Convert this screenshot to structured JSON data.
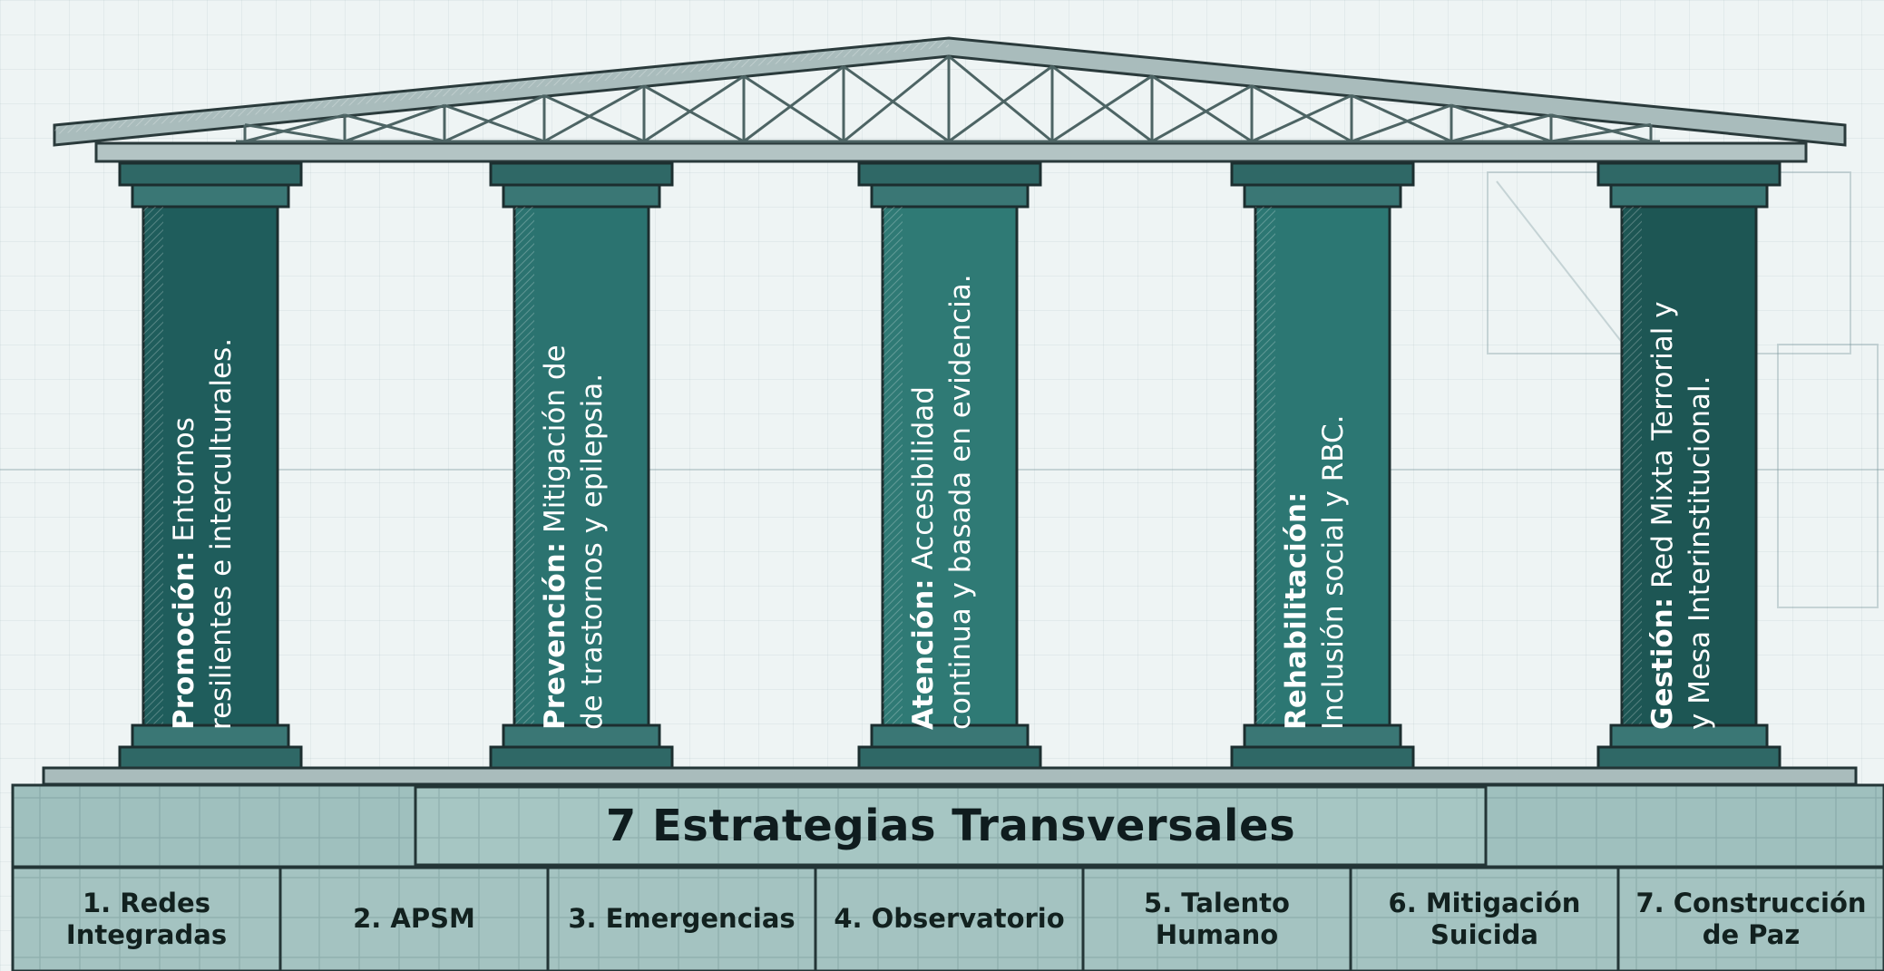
{
  "pillars": [
    {
      "title": "Promoción:",
      "line1_rest": " Entornos",
      "line2": "resilientes e interculturales."
    },
    {
      "title": "Prevención:",
      "line1_rest": " Mitigación de",
      "line2": "de trastornos y epilepsia."
    },
    {
      "title": "Atención:",
      "line1_rest": " Accesibilidad",
      "line2": "continua y basada en evidencia."
    },
    {
      "title": "Rehabilitación:",
      "line1_rest": "",
      "line2": "Inclusión social y RBC."
    },
    {
      "title": "Gestión:",
      "line1_rest": " Red Mixta Terrorial y",
      "line2": "y Mesa Interinstitucional."
    }
  ],
  "foundation": {
    "title": "7 Estrategias Transversales",
    "strategies": [
      {
        "line1": "1. Redes",
        "line2": "Integradas"
      },
      {
        "line1": "2. APSM",
        "line2": ""
      },
      {
        "line1": "3. Emergencias",
        "line2": ""
      },
      {
        "line1": "4. Observatorio",
        "line2": ""
      },
      {
        "line1": "5. Talento",
        "line2": "Humano"
      },
      {
        "line1": "6. Mitigación",
        "line2": "Suicida"
      },
      {
        "line1": "7. Construcción",
        "line2": "de Paz"
      }
    ]
  },
  "colors": {
    "pillar_dark": "#1f5d5c",
    "pillar_mid": "#2b7571",
    "roof": "#aabcbc",
    "foundation": "#9cbdbb",
    "outline": "#233536"
  }
}
